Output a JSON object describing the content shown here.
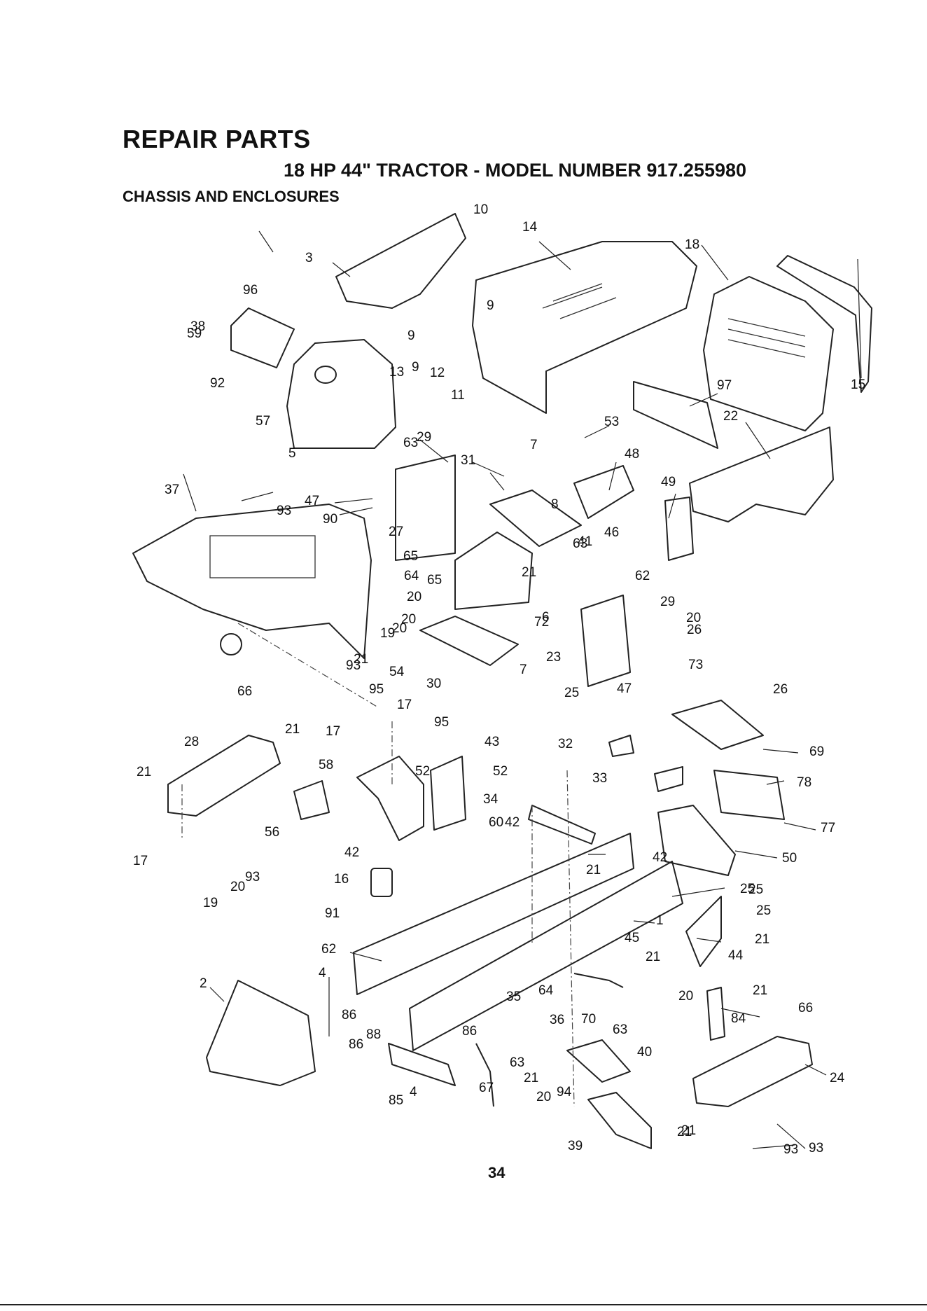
{
  "header": {
    "title": "REPAIR PARTS",
    "subtitle": "18 HP 44\" TRACTOR - MODEL NUMBER 917.255980",
    "section": "CHASSIS AND ENCLOSURES"
  },
  "page_number": "34",
  "part_labels": [
    "1",
    "2",
    "3",
    "4",
    "4",
    "5",
    "6",
    "7",
    "7",
    "8",
    "9",
    "9",
    "9",
    "10",
    "11",
    "12",
    "13",
    "14",
    "15",
    "16",
    "17",
    "17",
    "17",
    "18",
    "19",
    "19",
    "20",
    "20",
    "20",
    "20",
    "20",
    "20",
    "20",
    "21",
    "21",
    "21",
    "21",
    "21",
    "21",
    "21",
    "21",
    "21",
    "21",
    "21",
    "22",
    "23",
    "24",
    "25",
    "25",
    "25",
    "25",
    "26",
    "26",
    "27",
    "28",
    "29",
    "29",
    "30",
    "31",
    "32",
    "33",
    "34",
    "35",
    "36",
    "37",
    "38",
    "39",
    "40",
    "41",
    "42",
    "42",
    "42",
    "43",
    "44",
    "45",
    "46",
    "47",
    "47",
    "48",
    "49",
    "50",
    "52",
    "52",
    "53",
    "54",
    "56",
    "57",
    "58",
    "59",
    "60",
    "62",
    "62",
    "63",
    "63",
    "63",
    "63",
    "64",
    "64",
    "65",
    "65",
    "66",
    "66",
    "67",
    "69",
    "70",
    "72",
    "73",
    "77",
    "78",
    "84",
    "85",
    "86",
    "86",
    "86",
    "88",
    "90",
    "91",
    "92",
    "93",
    "93",
    "93",
    "93",
    "93",
    "94",
    "95",
    "95",
    "96",
    "97"
  ]
}
